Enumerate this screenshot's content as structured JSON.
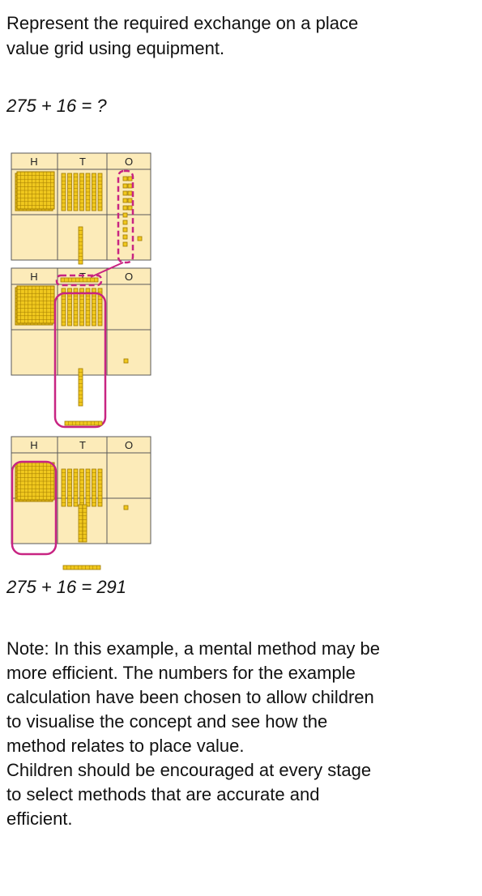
{
  "instruction": {
    "line1": "Represent the required exchange on a place",
    "line2": "value grid using equipment."
  },
  "equation_question": "275 + 16 = ?",
  "equation_answer": "275 + 16 = 291",
  "grid": {
    "headers": [
      "H",
      "T",
      "O"
    ]
  },
  "colors": {
    "grid_fill": "#fcebb9",
    "grid_line": "#5a5a5a",
    "block": "#f0c81e",
    "block_line": "#a07a00",
    "highlight": "#c82482"
  },
  "note": {
    "lines": [
      "Note: In this example, a mental method may be",
      "more efficient. The numbers for the example",
      "calculation have been chosen to allow children",
      "to visualise the concept and see how the",
      "method relates to place value.",
      "Children should be encouraged at every stage",
      "to select methods that are accurate and",
      "efficient."
    ]
  }
}
